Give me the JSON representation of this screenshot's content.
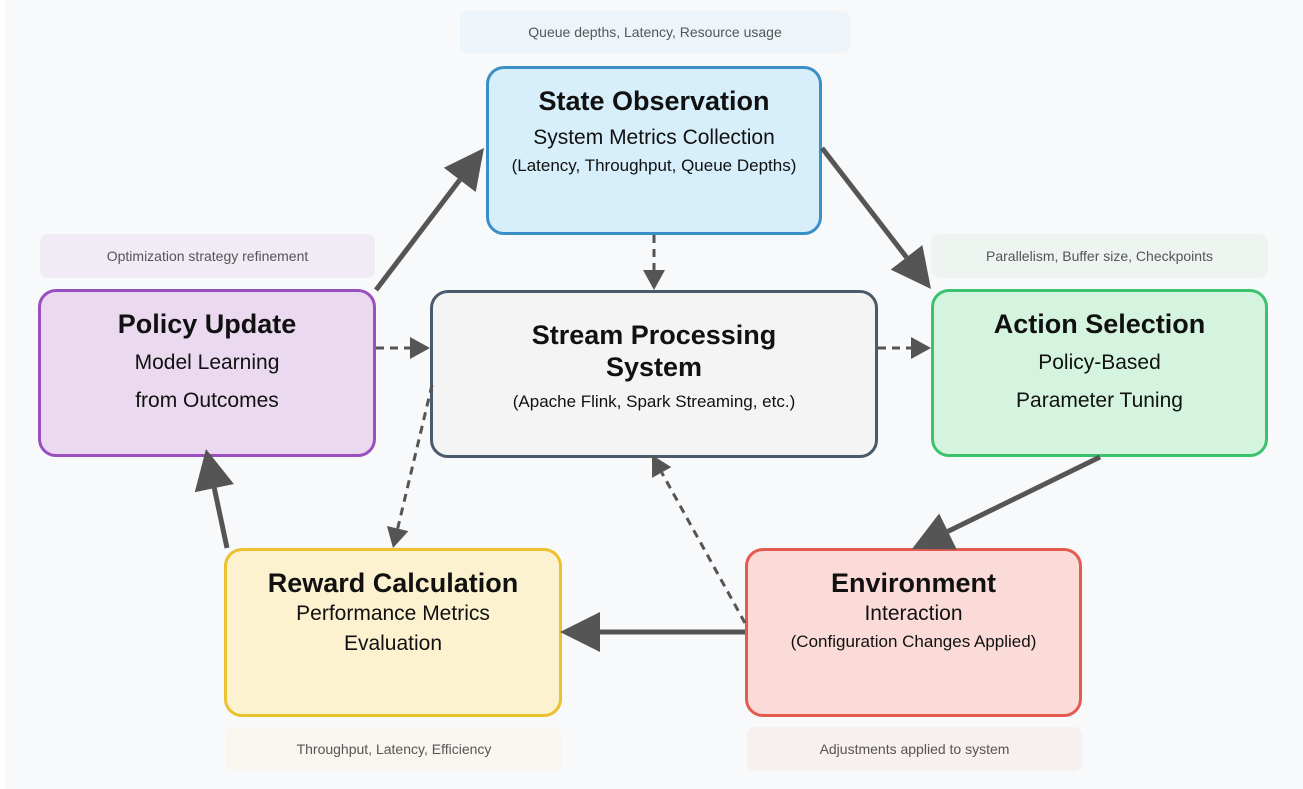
{
  "diagram": {
    "nodes": {
      "state": {
        "title": "State Observation",
        "subtitle": "System Metrics Collection",
        "note": "(Latency, Throughput, Queue Depths)",
        "label": "Queue depths, Latency, Resource usage",
        "fill": "#d6effb",
        "stroke": "#3a8fc6"
      },
      "stream": {
        "title_line1": "Stream Processing",
        "title_line2": "System",
        "note": "(Apache Flink, Spark Streaming, etc.)",
        "fill": "#f4f4f5",
        "stroke": "#4a5a6b"
      },
      "policy": {
        "title": "Policy Update",
        "subtitle_line1": "Model Learning",
        "subtitle_line2": "from Outcomes",
        "label": "Optimization strategy refinement",
        "fill": "#ead9ef",
        "stroke": "#9a4fbf"
      },
      "action": {
        "title": "Action Selection",
        "subtitle_line1": "Policy-Based",
        "subtitle_line2": "Parameter Tuning",
        "label": "Parallelism, Buffer size, Checkpoints",
        "fill": "#d5f4e0",
        "stroke": "#3bc26d"
      },
      "reward": {
        "title": "Reward Calculation",
        "subtitle_line1": "Performance Metrics",
        "subtitle_line2": "Evaluation",
        "label": "Throughput, Latency, Efficiency",
        "fill": "#fcf2cf",
        "stroke": "#ebc12d"
      },
      "env": {
        "title": "Environment",
        "subtitle": "Interaction",
        "note": "(Configuration Changes Applied)",
        "label": "Adjustments applied to system",
        "fill": "#fadbd8",
        "stroke": "#e45a4e"
      }
    },
    "edges": [
      {
        "from": "policy",
        "to": "state",
        "style": "solid"
      },
      {
        "from": "state",
        "to": "action",
        "style": "solid"
      },
      {
        "from": "action",
        "to": "env",
        "style": "solid"
      },
      {
        "from": "env",
        "to": "reward",
        "style": "solid"
      },
      {
        "from": "reward",
        "to": "policy",
        "style": "solid"
      },
      {
        "from": "state",
        "to": "stream",
        "style": "dashed"
      },
      {
        "from": "policy",
        "to": "stream",
        "style": "dashed"
      },
      {
        "from": "stream",
        "to": "action",
        "style": "dashed"
      },
      {
        "from": "stream",
        "to": "reward",
        "style": "dashed"
      },
      {
        "from": "env",
        "to": "stream",
        "style": "dashed"
      }
    ],
    "edge_color": "#555555"
  }
}
